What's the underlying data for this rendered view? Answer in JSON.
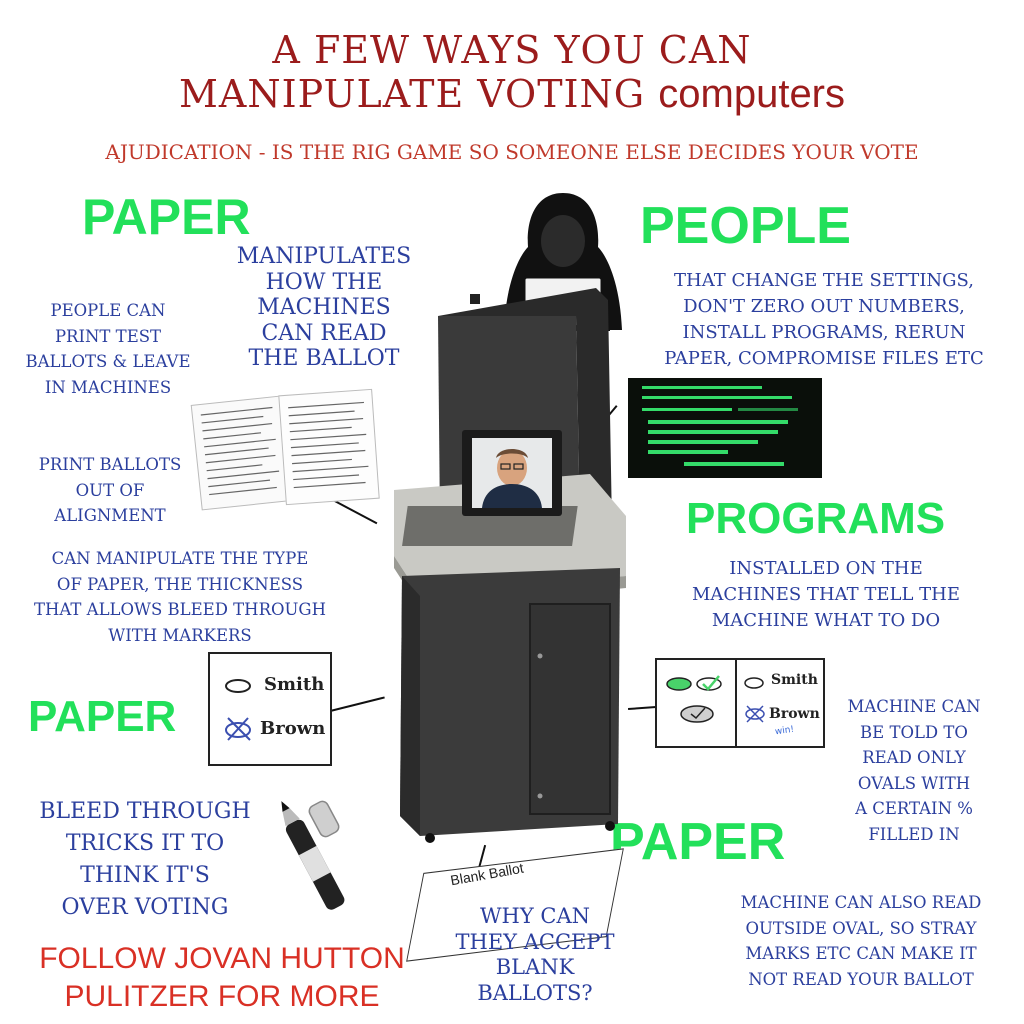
{
  "header": {
    "title_line1": "A FEW WAYS YOU CAN",
    "title_line2_a": "MANIPULATE VOTING",
    "title_line2_b": "computers",
    "subtitle": "AJUDICATION - IS THE RIG GAME SO SOMEONE ELSE DECIDES YOUR VOTE"
  },
  "left": {
    "paper_heading_1": "PAPER",
    "manipulates_text": [
      "MANIPULATES",
      "HOW THE",
      "MACHINES",
      "CAN READ",
      "THE BALLOT"
    ],
    "test_ballots_text": [
      "PEOPLE CAN",
      "PRINT TEST",
      "BALLOTS & LEAVE",
      "IN MACHINES"
    ],
    "alignment_text": [
      "PRINT BALLOTS",
      "OUT OF",
      "ALIGNMENT"
    ],
    "paper_type_text": [
      "CAN MANIPULATE THE TYPE",
      "OF PAPER, THE THICKNESS",
      "THAT ALLOWS BLEED THROUGH",
      "WITH MARKERS"
    ],
    "paper_heading_2": "PAPER",
    "bleed_text": [
      "BLEED THROUGH",
      "TRICKS IT TO",
      "THINK IT'S",
      "OVER VOTING"
    ],
    "follow_text": [
      "FOLLOW JOVAN HUTTON",
      "PULITZER FOR MORE"
    ]
  },
  "right": {
    "people_heading": "PEOPLE",
    "people_text": [
      "THAT CHANGE THE SETTINGS,",
      "DON'T ZERO OUT NUMBERS,",
      "INSTALL PROGRAMS, RERUN",
      "PAPER, COMPROMISE FILES ETC"
    ],
    "programs_heading": "PROGRAMS",
    "programs_text": [
      "INSTALLED ON THE",
      "MACHINES THAT TELL THE",
      "MACHINE WHAT TO DO"
    ],
    "oval_text": [
      "MACHINE CAN",
      "BE TOLD TO",
      "READ ONLY",
      "OVALS WITH",
      "A CERTAIN %",
      "FILLED IN"
    ],
    "paper_heading_3": "PAPER",
    "outside_oval_text": [
      "MACHINE CAN ALSO READ",
      "OUTSIDE OVAL, SO STRAY",
      "MARKS ETC CAN MAKE IT",
      "NOT READ YOUR BALLOT"
    ]
  },
  "center": {
    "blank_ballot_label": "Blank Ballot",
    "blank_question": [
      "WHY CAN",
      "THEY ACCEPT",
      "BLANK",
      "BALLOTS?"
    ]
  },
  "ballot_left": {
    "name1": "Smith",
    "name2": "Brown"
  },
  "ballot_right": {
    "name1": "Smith",
    "name2": "Brown",
    "win": "win!"
  },
  "colors": {
    "title": "#9b1c1c",
    "green": "#22e05a",
    "blue": "#2b3f9e",
    "red": "#d93025"
  }
}
